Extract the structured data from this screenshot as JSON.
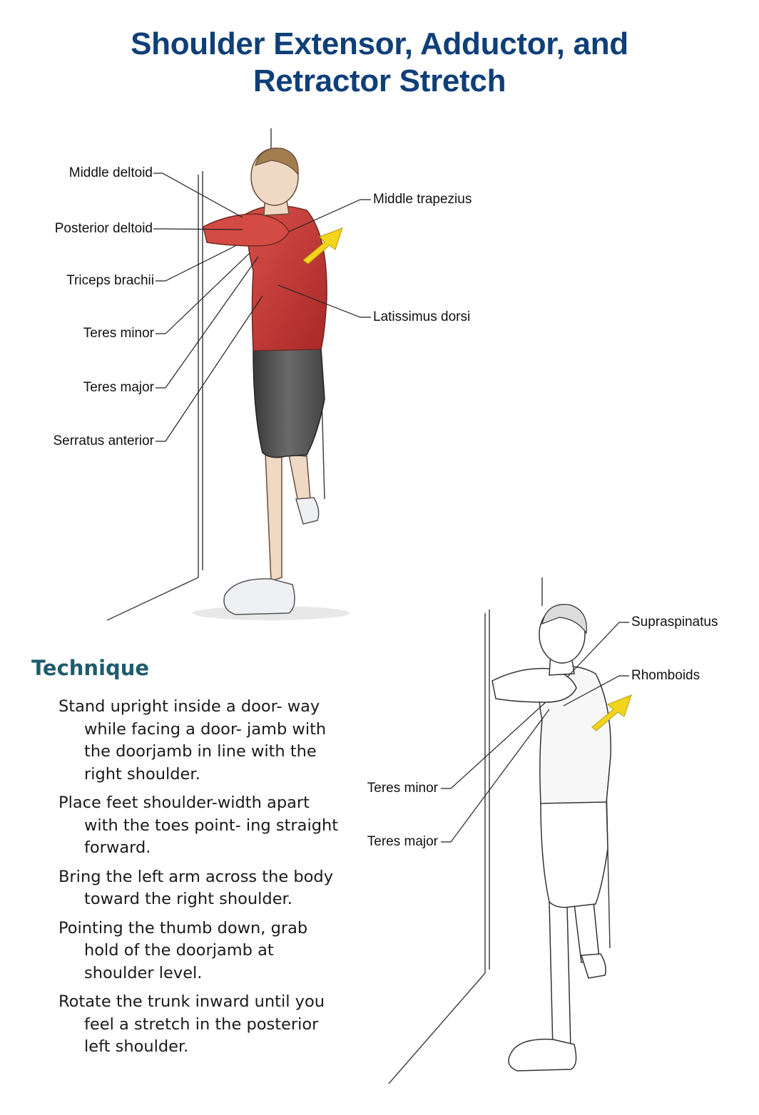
{
  "title": {
    "line1": "Shoulder Extensor, Adductor, and",
    "line2": "Retractor Stretch"
  },
  "figure_top": {
    "labels_left": [
      "Middle deltoid",
      "Posterior deltoid",
      "Triceps brachii",
      "Teres minor",
      "Teres major",
      "Serratus anterior"
    ],
    "labels_right": [
      "Middle trapezius",
      "Latissimus dorsi"
    ]
  },
  "figure_bottom": {
    "labels_right": [
      "Supraspinatus",
      "Rhomboids"
    ],
    "labels_left": [
      "Teres minor",
      "Teres major"
    ]
  },
  "technique": {
    "heading": "Technique",
    "steps": [
      "Stand upright inside a door- way while facing a door- jamb with the doorjamb in line with the right shoulder.",
      "Place feet shoulder-width apart with the toes point- ing straight forward.",
      "Bring the left arm across the body toward the right shoulder.",
      "Pointing the thumb down, grab hold of the doorjamb at shoulder level.",
      "Rotate the trunk inward until you feel a stretch in the posterior left shoulder."
    ]
  },
  "colors": {
    "title": "#0f3f78",
    "heading": "#1e5c6e",
    "muscle": "#c83a3a",
    "arrow": "#f2d41a"
  }
}
